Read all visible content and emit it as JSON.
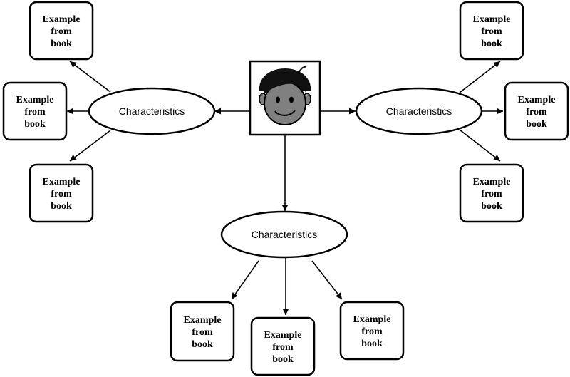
{
  "center": {
    "icon": "smiling-boy-face-icon"
  },
  "ovals": [
    {
      "label": "Characteristics",
      "examples": [
        {
          "lines": [
            "Example",
            "from",
            "book"
          ]
        },
        {
          "lines": [
            "Example",
            "from",
            "book"
          ]
        },
        {
          "lines": [
            "Example",
            "from",
            "book"
          ]
        }
      ]
    },
    {
      "label": "Characteristics",
      "examples": [
        {
          "lines": [
            "Example",
            "from",
            "book"
          ]
        },
        {
          "lines": [
            "Example",
            "from",
            "book"
          ]
        },
        {
          "lines": [
            "Example",
            "from",
            "book"
          ]
        }
      ]
    },
    {
      "label": "Characteristics",
      "examples": [
        {
          "lines": [
            "Example",
            "from",
            "book"
          ]
        },
        {
          "lines": [
            "Example",
            "from",
            "book"
          ]
        },
        {
          "lines": [
            "Example",
            "from",
            "book"
          ]
        }
      ]
    }
  ],
  "colors": {
    "stroke": "#000000",
    "face": "#808080",
    "hair": "#111111",
    "background": "#ffffff"
  }
}
